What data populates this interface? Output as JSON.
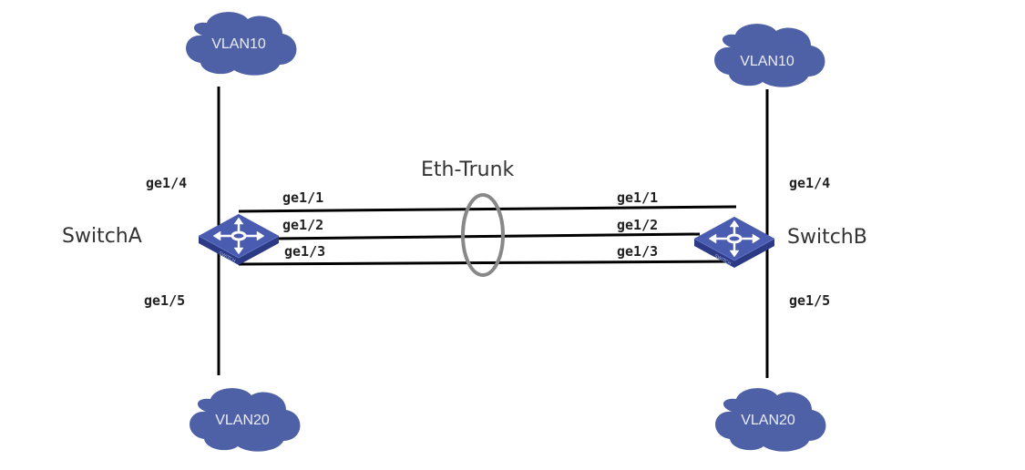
{
  "diagram": {
    "colors": {
      "cloud": "#4f61a6",
      "cloud_text": "#e8ecf6",
      "switch": "#3d4fa3",
      "switch_side": "#2c3a85",
      "link": "#000000",
      "trunk_ellipse": "#888888",
      "text": "#333333"
    },
    "trunk": {
      "label": "Eth-Trunk"
    },
    "switches": [
      {
        "id": "switchA",
        "label": "SwitchA",
        "icon": "switch-icon"
      },
      {
        "id": "switchB",
        "label": "SwitchB",
        "icon": "switch-icon"
      }
    ],
    "clouds": [
      {
        "id": "vlan10-a",
        "label": "VLAN10",
        "icon": "cloud-icon"
      },
      {
        "id": "vlan20-a",
        "label": "VLAN20",
        "icon": "cloud-icon"
      },
      {
        "id": "vlan10-b",
        "label": "VLAN10",
        "icon": "cloud-icon"
      },
      {
        "id": "vlan20-b",
        "label": "VLAN20",
        "icon": "cloud-icon"
      }
    ],
    "ports": {
      "a_up": "ge1/4",
      "a_down": "ge1/5",
      "a_trunk1": "ge1/1",
      "a_trunk2": "ge1/2",
      "a_trunk3": "ge1/3",
      "b_up": "ge1/4",
      "b_down": "ge1/5",
      "b_trunk1": "ge1/1",
      "b_trunk2": "ge1/2",
      "b_trunk3": "ge1/3"
    }
  }
}
